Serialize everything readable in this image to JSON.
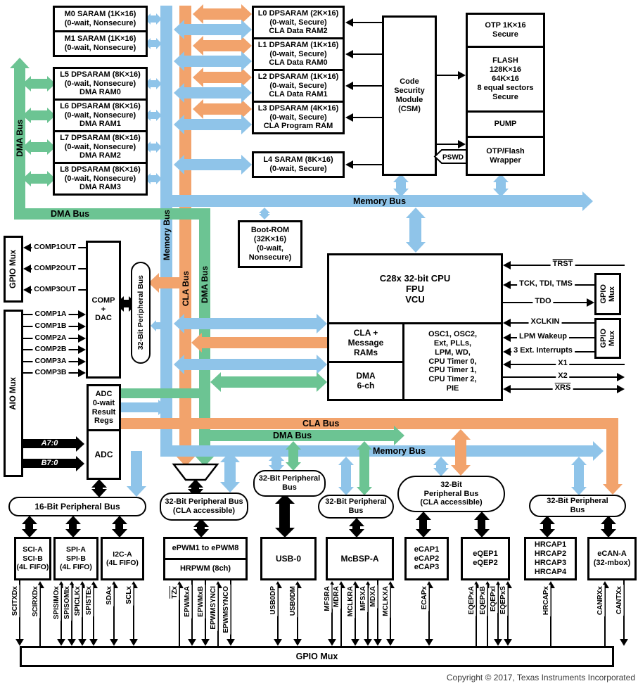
{
  "colors": {
    "blue": "#8FC4E9",
    "orange": "#F2A36C",
    "green": "#6CC493"
  },
  "mem_left": [
    {
      "lines": [
        "M0 SARAM (1K×16)",
        "(0-wait, Nonsecure)"
      ]
    },
    {
      "lines": [
        "M1 SARAM (1K×16)",
        "(0-wait, Nonsecure)"
      ]
    },
    {
      "lines": [
        "L5 DPSARAM (8K×16)",
        "(0-wait, Nonsecure)",
        "DMA RAM0"
      ]
    },
    {
      "lines": [
        "L6 DPSARAM (8K×16)",
        "(0-wait, Nonsecure)",
        "DMA RAM1"
      ]
    },
    {
      "lines": [
        "L7 DPSARAM (8K×16)",
        "(0-wait, Nonsecure)",
        "DMA RAM2"
      ]
    },
    {
      "lines": [
        "L8 DPSARAM (8K×16)",
        "(0-wait, Nonsecure)",
        "DMA RAM3"
      ]
    }
  ],
  "mem_mid": [
    {
      "lines": [
        "L0 DPSARAM (2K×16)",
        "(0-wait, Secure)",
        "CLA Data RAM2"
      ]
    },
    {
      "lines": [
        "L1 DPSARAM (1K×16)",
        "(0-wait, Secure)",
        "CLA Data RAM0"
      ]
    },
    {
      "lines": [
        "L2 DPSARAM (1K×16)",
        "(0-wait, Secure)",
        "CLA Data RAM1"
      ]
    },
    {
      "lines": [
        "L3 DPSARAM (4K×16)",
        "(0-wait, Secure)",
        "CLA Program RAM"
      ]
    }
  ],
  "l4": [
    "L4 SARAM (8K×16)",
    "(0-wait, Secure)"
  ],
  "csm": [
    "Code",
    "Security",
    "Module",
    "(CSM)"
  ],
  "otp": [
    "OTP 1K×16",
    "Secure"
  ],
  "flash": [
    "FLASH",
    "128K×16",
    "64K×16",
    "8 equal sectors",
    "Secure"
  ],
  "pump": "PUMP",
  "wrapper": [
    "OTP/Flash",
    "Wrapper"
  ],
  "pswd": "PSWD",
  "boot_rom": [
    "Boot-ROM",
    "(32K×16)",
    "(0-wait,",
    "Nonsecure)"
  ],
  "cpu": {
    "core": [
      "C28x 32-bit CPU",
      "FPU",
      "VCU"
    ],
    "cla": [
      "CLA +",
      "Message",
      "RAMs"
    ],
    "dma": [
      "DMA",
      "6-ch"
    ],
    "osc": [
      "OSC1, OSC2,",
      "Ext, PLLs,",
      "LPM, WD,",
      "CPU Timer 0,",
      "CPU Timer 1,",
      "CPU Timer 2,",
      "PIE"
    ]
  },
  "bus": {
    "dma_left": "DMA Bus",
    "dma_top": "DMA Bus",
    "mem_v": "Memory Bus",
    "cla_v": "CLA Bus",
    "dma_v": "DMA Bus",
    "mem_h1": "Memory Bus",
    "cla_h": "CLA Bus",
    "dma_h": "DMA Bus",
    "mem_h2": "Memory Bus",
    "p16": "16-Bit Peripheral Bus",
    "p32_left_v": "32-Bit Peripheral Bus",
    "p32_cla_1": [
      "32-Bit Peripheral Bus",
      "(CLA accessible)"
    ],
    "p32_a": [
      "32-Bit Peripheral",
      "Bus"
    ],
    "p32_b": [
      "32-Bit Peripheral",
      "Bus"
    ],
    "p32_cla_2": [
      "32-Bit",
      "Peripheral Bus",
      "(CLA accessible)"
    ],
    "p32_c": [
      "32-Bit Peripheral",
      "Bus"
    ]
  },
  "right": {
    "gpio_mux1": [
      "GPIO",
      "Mux"
    ],
    "gpio_mux2": [
      "GPIO",
      "Mux"
    ],
    "signals": [
      "TRST",
      "TCK, TDI, TMS",
      "TDO",
      "XCLKIN",
      "LPM Wakeup",
      "3 Ext. Interrupts",
      "X1",
      "X2",
      "XRS"
    ]
  },
  "left": {
    "gpio_mux": "GPIO Mux",
    "aio_mux": "AIO Mux",
    "comp_out": [
      "COMP1OUT",
      "COMP2OUT",
      "COMP3OUT"
    ],
    "comp_in": [
      "COMP1A",
      "COMP1B",
      "COMP2A",
      "COMP2B",
      "COMP3A",
      "COMP3B"
    ],
    "comp_dac": [
      "COMP",
      "+",
      "DAC"
    ],
    "adc_result": [
      "ADC",
      "0-wait",
      "Result",
      "Regs"
    ],
    "adc": "ADC",
    "a": "A7:0",
    "b": "B7:0"
  },
  "periph": [
    [
      "SCI-A",
      "SCI-B",
      "(4L FIFO)"
    ],
    [
      "SPI-A",
      "SPI-B",
      "(4L FIFO)"
    ],
    [
      "I2C-A",
      "(4L FIFO)"
    ],
    "ePWM1 to ePWM8",
    "HRPWM (8ch)",
    "USB-0",
    "McBSP-A",
    [
      "eCAP1",
      "eCAP2",
      "eCAP3"
    ],
    [
      "eQEP1",
      "eQEP2"
    ],
    [
      "HRCAP1",
      "HRCAP2",
      "HRCAP3",
      "HRCAP4"
    ],
    [
      "eCAN-A",
      "(32-mbox)"
    ]
  ],
  "signals_bottom": [
    "SCITXDx",
    "SCIRXDx",
    "SPISIMOx",
    "SPISOMIx",
    "SPICLKx",
    "SPISTEx",
    "SDAx",
    "SCLx",
    "TZx",
    "EPWMxA",
    "EPWMxB",
    "EPWMSYNCI",
    "EPWMSYNCO",
    "USB0DP",
    "USB0DM",
    "MFSRA",
    "MDRA",
    "MCLKRA",
    "MFSXA",
    "MDXA",
    "MCLKXA",
    "ECAPx",
    "EQEPxA",
    "EQEPxB",
    "EQEPxI",
    "EQEPxS",
    "HRCAPx",
    "CANRXx",
    "CANTXx"
  ],
  "gpio_bar": "GPIO Mux",
  "copyright": "Copyright © 2017, Texas Instruments Incorporated"
}
